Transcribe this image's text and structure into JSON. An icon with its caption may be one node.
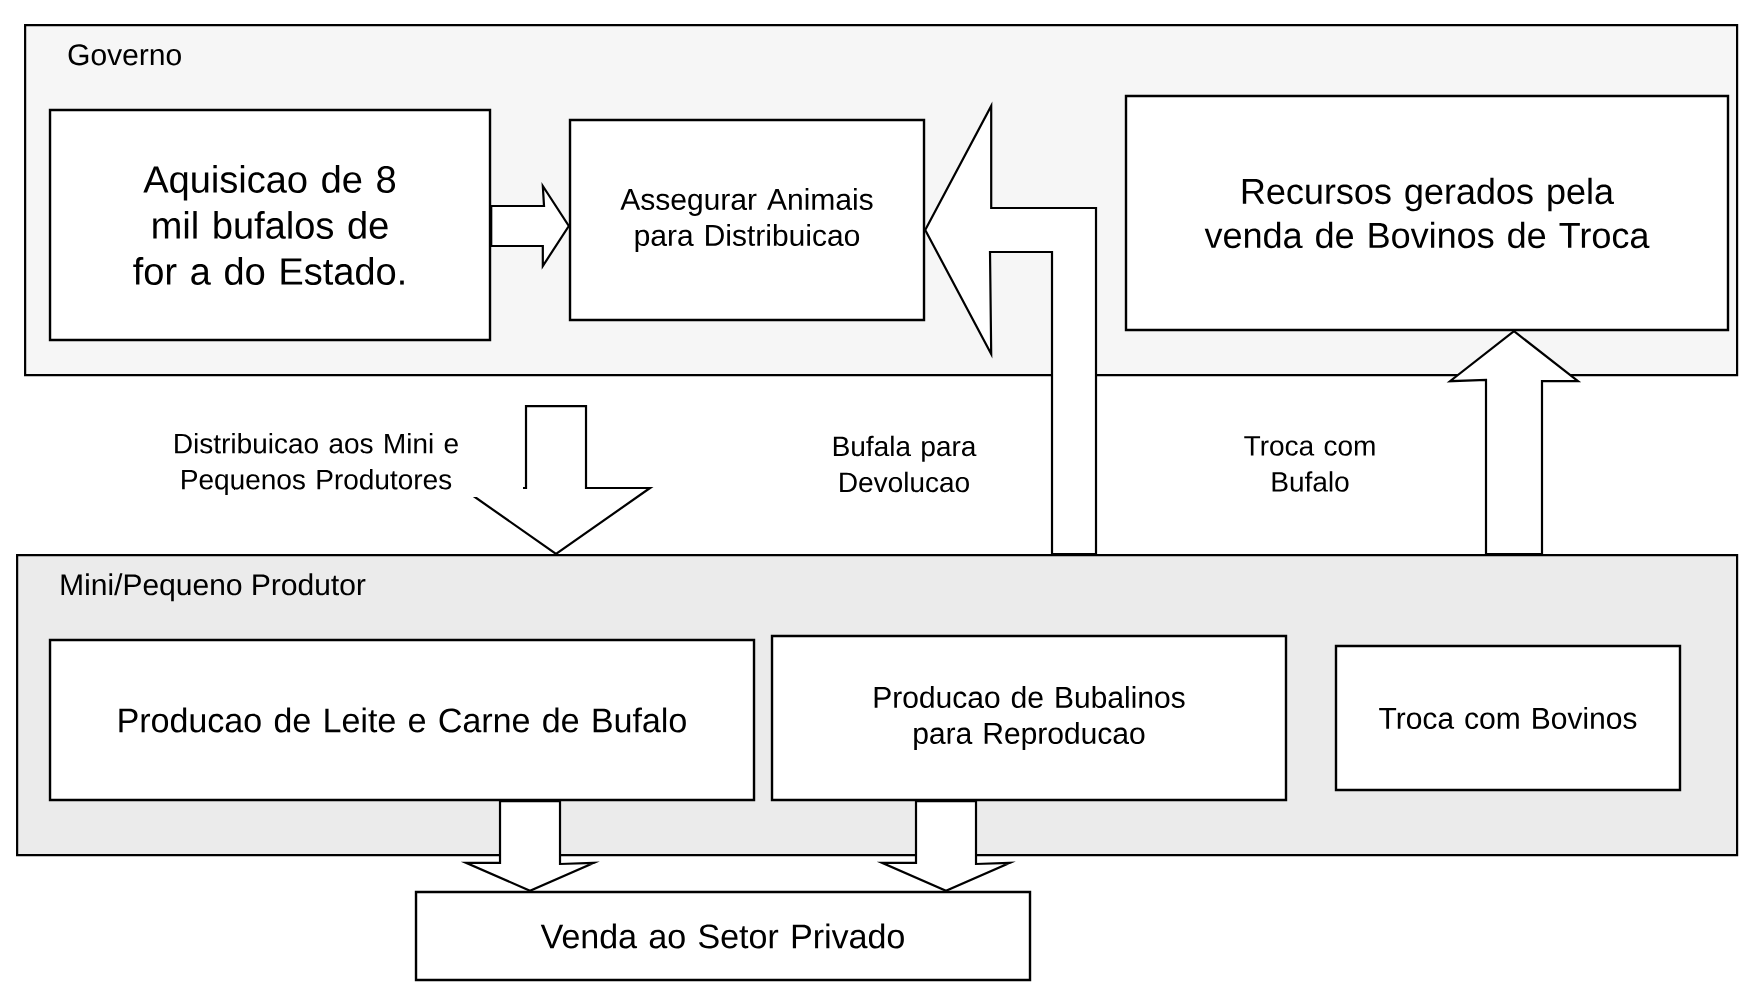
{
  "diagram": {
    "nodes": [
      {
        "text": [
          "Governo"
        ]
      },
      {
        "text": [
          "Aquisicao de 8 mil bufalos de for a do Estado."
        ],
        "in": 0
      },
      {
        "text": [
          "Assegurar Animais para Distribuicao"
        ],
        "in": 0
      },
      {
        "text": [
          "Recursos gerados pela venda de Bovinos de Troca"
        ],
        "in": 0
      },
      {
        "text": [
          "Mini/Pequeno Produtor"
        ]
      },
      {
        "text": [
          "Producao de Leite e Carne de Bufalo"
        ],
        "in": 4
      },
      {
        "text": [
          "Producao de Bubalinos para Reproducao"
        ],
        "in": 4
      },
      {
        "text": [
          "Troca com Bovinos"
        ],
        "in": 4
      },
      {
        "text": [
          "Venda ao Setor Privado"
        ]
      }
    ],
    "edges": [
      {
        "from": 1,
        "to": 2,
        "arrow": "to"
      },
      {
        "from": 0,
        "to": 4,
        "arrow": "to",
        "label": "Distribuicao aos Mini e Pequenos Produtores"
      },
      {
        "from": 4,
        "to": 2,
        "arrow": "to",
        "label": "Bufala para Devolucao"
      },
      {
        "from": 4,
        "to": 3,
        "arrow": "to",
        "label": "Troca com Bufalo"
      },
      {
        "from": 5,
        "to": 8,
        "arrow": "to"
      },
      {
        "from": 6,
        "to": 8,
        "arrow": "to"
      }
    ]
  }
}
